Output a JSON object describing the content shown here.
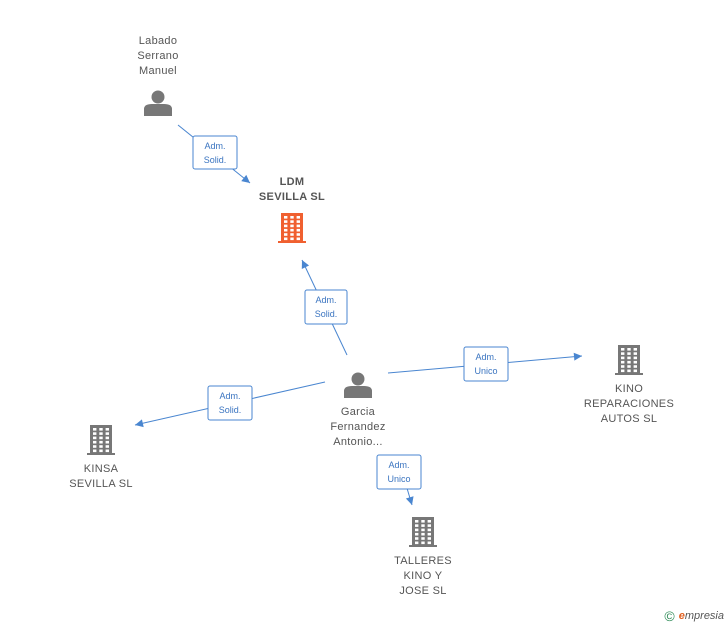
{
  "nodes": [
    {
      "id": "labado",
      "type": "person",
      "lines": [
        "Labado",
        "Serrano",
        "Manuel"
      ],
      "bold": false
    },
    {
      "id": "ldm",
      "type": "company",
      "lines": [
        "LDM",
        "SEVILLA  SL"
      ],
      "bold": true,
      "highlight": true
    },
    {
      "id": "garcia",
      "type": "person",
      "lines": [
        "Garcia",
        "Fernandez",
        "Antonio..."
      ],
      "bold": false
    },
    {
      "id": "kino",
      "type": "company",
      "lines": [
        "KINO",
        "REPARACIONES",
        "AUTOS  SL"
      ],
      "bold": false
    },
    {
      "id": "kinsa",
      "type": "company",
      "lines": [
        "KINSA",
        "SEVILLA  SL"
      ],
      "bold": false
    },
    {
      "id": "talleres",
      "type": "company",
      "lines": [
        "TALLERES",
        "KINO Y",
        "JOSE  SL"
      ],
      "bold": false
    }
  ],
  "edges": [
    {
      "from": "labado",
      "to": "ldm",
      "label": [
        "Adm.",
        "Solid."
      ]
    },
    {
      "from": "garcia",
      "to": "ldm",
      "label": [
        "Adm.",
        "Solid."
      ]
    },
    {
      "from": "garcia",
      "to": "kino",
      "label": [
        "Adm.",
        "Unico"
      ]
    },
    {
      "from": "garcia",
      "to": "kinsa",
      "label": [
        "Adm.",
        "Solid."
      ]
    },
    {
      "from": "garcia",
      "to": "talleres",
      "label": [
        "Adm.",
        "Unico"
      ]
    }
  ],
  "colors": {
    "edge": "#4a86d0",
    "icon": "#777777",
    "highlight": "#f06030"
  },
  "footer": {
    "copyright_symbol": "©",
    "brand_initial": "e",
    "brand_rest": "mpresia"
  }
}
